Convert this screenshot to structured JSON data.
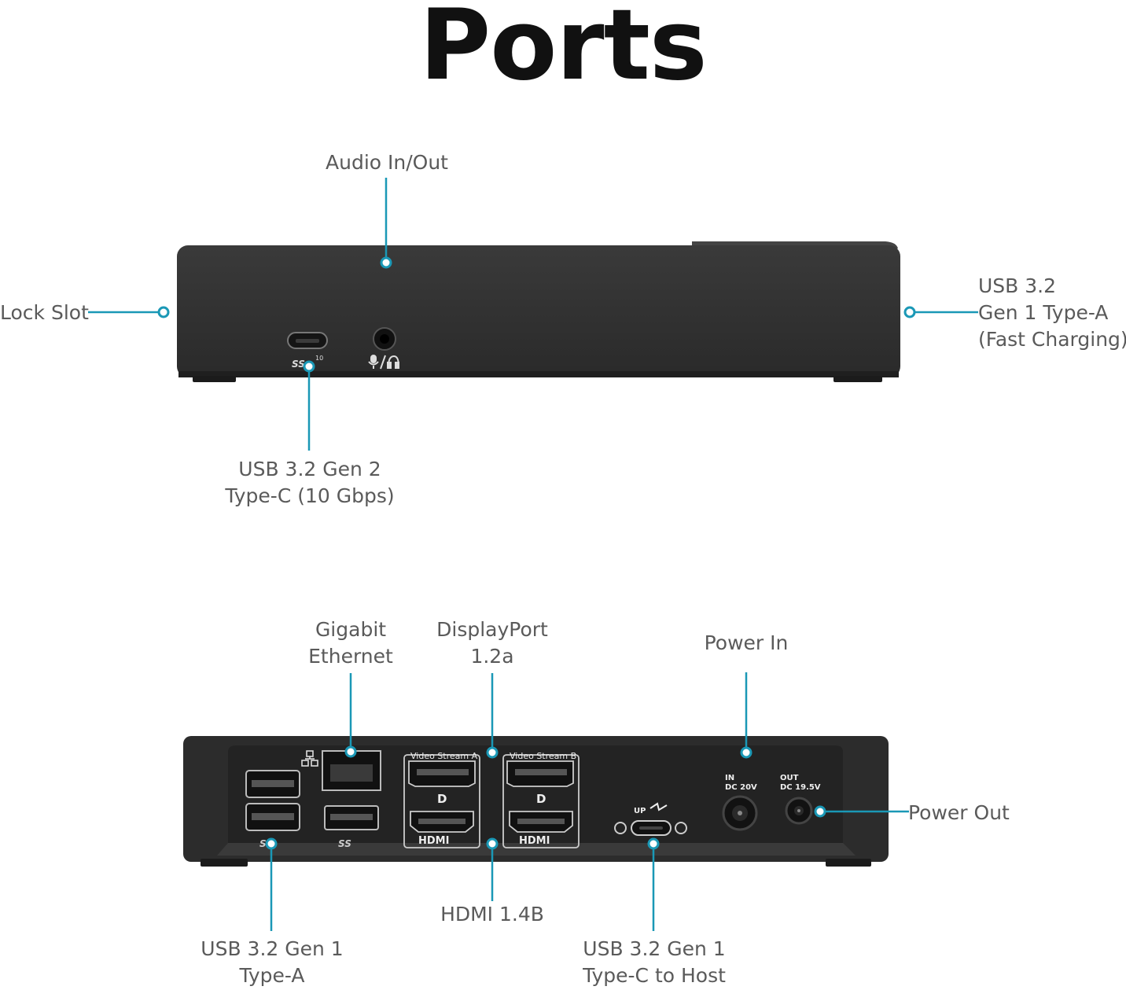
{
  "title": "Ports",
  "accent_color": "#1a98b6",
  "device_color": "#2f2f2f",
  "front": {
    "labels": {
      "audio": [
        "Audio In/Out"
      ],
      "lock": [
        "Lock Slot"
      ],
      "usb_a": [
        "USB 3.2",
        "Gen 1 Type-A",
        "(Fast Charging)"
      ],
      "usb_c": [
        "USB 3.2 Gen 2",
        "Type-C (10 Gbps)"
      ]
    },
    "markings": {
      "ss10": "SS",
      "ss10_sup": "10"
    }
  },
  "back": {
    "labels": {
      "ethernet": [
        "Gigabit",
        "Ethernet"
      ],
      "displayport": [
        "DisplayPort",
        "1.2a"
      ],
      "power_in": [
        "Power In"
      ],
      "power_out": [
        "Power Out"
      ],
      "hdmi": [
        "HDMI 1.4B"
      ],
      "usb_a": [
        "USB 3.2 Gen 1",
        "Type-A"
      ],
      "usb_c_host": [
        "USB 3.2 Gen 1",
        "Type-C to Host"
      ]
    },
    "markings": {
      "stream_a": "Video Stream A",
      "stream_b": "Video Stream B",
      "dp_logo": "D",
      "hdmi_logo": "HDMI",
      "hdmi_logo_b": "HDMI",
      "up": "UP",
      "in_label": "IN",
      "in_voltage": "DC 20V",
      "out_label": "OUT",
      "out_voltage": "DC 19.5V",
      "ss_left": "SS",
      "ss_mid": "SS"
    }
  }
}
